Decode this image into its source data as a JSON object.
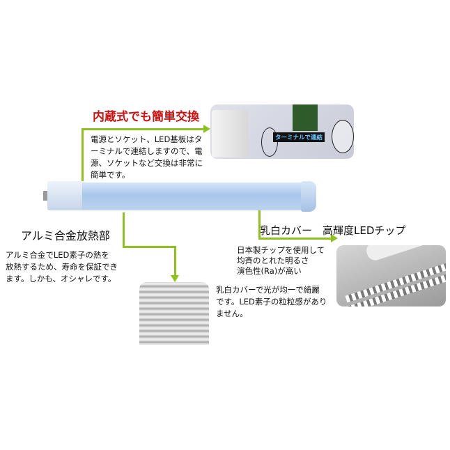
{
  "title_builtin": "内蔵式でも簡単交換",
  "builtin_desc": "電源とソケット、LED基板はタ\nーミナルで連結しますので、電\n源、ソケットなど交換は非常に\n簡単です。",
  "terminal_label": "ターミナルで連結",
  "aluminum_title": "アルミ合金放熱部",
  "aluminum_desc": "アルミ合金でLED素子の熱を\n放熱するため、寿命を保証でき\nます。しかも、オシャレです。",
  "cover_title": "乳白カバー　高輝度LEDチップ",
  "chip_desc": "日本製チップを使用して\n均斉のとれた明るさ\n演色性(Ra)が高い",
  "cover_desc": "乳白カバーで光が均一で綺麗\nです。LED素子の粒粒感があり\nません。",
  "colors": {
    "accent_green": "#8dc21f",
    "title_red": "#cc1111"
  }
}
